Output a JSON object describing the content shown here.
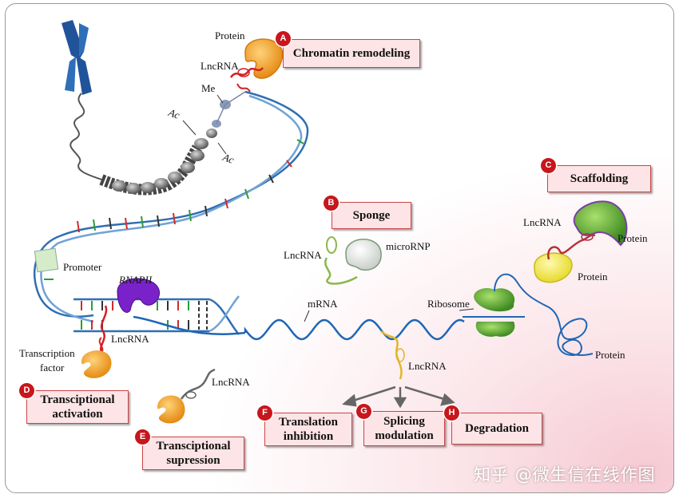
{
  "boxes": {
    "A": {
      "badge": "A",
      "label": "Chromatin remodeling"
    },
    "B": {
      "badge": "B",
      "label": "Sponge"
    },
    "C": {
      "badge": "C",
      "label": "Scaffolding"
    },
    "D": {
      "badge": "D",
      "line1": "Transciptional",
      "line2": "activation"
    },
    "E": {
      "badge": "E",
      "line1": "Transciptional",
      "line2": "supression"
    },
    "F": {
      "badge": "F",
      "line1": "Translation",
      "line2": "inhibition"
    },
    "G": {
      "badge": "G",
      "line1": "Splicing",
      "line2": "modulation"
    },
    "H": {
      "badge": "H",
      "label": "Degradation"
    }
  },
  "labels": {
    "protein_a": "Protein",
    "lncrna_a": "LncRNA",
    "me": "Me",
    "ac1": "Ac",
    "ac2": "Ac",
    "lncrna_b": "LncRNA",
    "microrNP": "microRNP",
    "lncrna_c": "LncRNA",
    "protein_c1": "Protein",
    "protein_c2": "Protein",
    "promoter": "Promoter",
    "rnapii": "RNAPII",
    "lncrna_d": "LncRNA",
    "tf_line1": "Transcription",
    "tf_line2": "factor",
    "mrna": "mRNA",
    "ribosome": "Ribosome",
    "protein_ribo": "Protein",
    "lncrna_e": "LncRNA",
    "lncrna_center": "LncRNA"
  },
  "watermark": "知乎 @微生信在线作图",
  "colors": {
    "badge": "#c7161c",
    "box_fill": "#fde4e6",
    "lncrna": "#d61f26",
    "dna": "#2f6fb2",
    "protein_orange": "#f2a31b",
    "ribosome_green": "#5aa832",
    "rnapii_purple": "#7a22c9"
  }
}
